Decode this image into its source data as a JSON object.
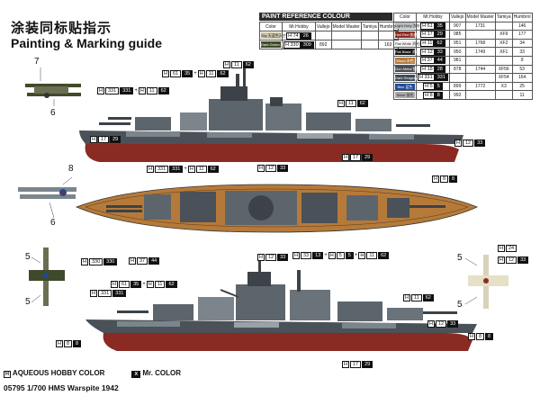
{
  "header": {
    "title_cn": "涂装同标贴指示",
    "title_en": "Painting & Marking guide"
  },
  "paint_table": {
    "title": "PAINT  REFERENCE COLOUR",
    "columns": [
      "Color",
      "Mr.Hobby",
      "Vallejo",
      "Model Master",
      "Tamiya",
      "Humbrol"
    ],
    "rows": [
      {
        "color_label": "Sky 天蓝色天空色",
        "hobby": "H 74",
        "mr": "26",
        "vallejo": "",
        "model_master": "",
        "tamiya": "",
        "humbrol": "",
        "swatch": "#c9c3a3"
      },
      {
        "color_label": "Dark Green 深绿色",
        "hobby": "H 330",
        "mr": "309",
        "vallejo": "892",
        "model_master": "",
        "tamiya": "",
        "humbrol": "163",
        "swatch": "#3f4a2a"
      }
    ]
  },
  "colour_table": {
    "columns": [
      "Color",
      "Mr.Hobby",
      "Vallejo",
      "Model Master",
      "Tamiya",
      "Humbrol"
    ],
    "rows": [
      {
        "color_label": "Light Grey 浅灰色",
        "hobby": "H 61",
        "mr": "35",
        "vallejo": "907",
        "model_master": "1731",
        "tamiya": "",
        "humbrol": "146",
        "swatch": "#b8bdbd"
      },
      {
        "color_label": "Hull Red 船底红",
        "hobby": "H 17",
        "mr": "29",
        "vallejo": "985",
        "model_master": "",
        "tamiya": "XF9",
        "humbrol": "177",
        "swatch": "#8b2a22"
      },
      {
        "color_label": "Flat White 消光白",
        "hobby": "H 11",
        "mr": "62",
        "vallejo": "951",
        "model_master": "1768",
        "tamiya": "XF2",
        "humbrol": "34",
        "swatch": "#f2f2f2"
      },
      {
        "color_label": "Flat Black 消光黑",
        "hobby": "H 12",
        "mr": "33",
        "vallejo": "950",
        "model_master": "1749",
        "tamiya": "XF1",
        "humbrol": "33",
        "swatch": "#1a1a1a"
      },
      {
        "color_label": "Wood 木色",
        "hobby": "H 37",
        "mr": "44",
        "vallejo": "981",
        "model_master": "",
        "tamiya": "",
        "humbrol": "9",
        "swatch": "#b57a3a"
      },
      {
        "color_label": "Gun Metal 钢色",
        "hobby": "H 18",
        "mr": "28",
        "vallejo": "878",
        "model_master": "1744",
        "tamiya": "XF56",
        "humbrol": "53",
        "swatch": "#4a4d52"
      },
      {
        "color_label": "Dark Seagray 暗海灰",
        "hobby": "H 331",
        "mr": "331",
        "vallejo": "",
        "model_master": "",
        "tamiya": "XF54",
        "humbrol": "164",
        "swatch": "#3d4a55"
      },
      {
        "color_label": "Blue 蓝色",
        "hobby": "H 5",
        "mr": "5",
        "vallejo": "899",
        "model_master": "1772",
        "tamiya": "X3",
        "humbrol": "25",
        "swatch": "#1e4a9a"
      },
      {
        "color_label": "Silver 银色",
        "hobby": "H 8",
        "mr": "8",
        "vallejo": "992",
        "model_master": "",
        "tamiya": "",
        "humbrol": "11",
        "swatch": "#a9acae"
      }
    ]
  },
  "callouts": {
    "c1": [
      "H",
      "61",
      "35",
      "H",
      "11",
      "62"
    ],
    "c2": [
      "H",
      "17",
      "29"
    ],
    "c3": [
      "H",
      "331",
      "331",
      "H",
      "11",
      "62"
    ],
    "c4": [
      "H",
      "11",
      "62"
    ],
    "c5": [
      "H",
      "12",
      "33"
    ],
    "c6": [
      "H",
      "8",
      "8"
    ],
    "c7": [
      "H",
      "12",
      "33"
    ],
    "c8": [
      "H",
      "331",
      "331",
      "H",
      "11",
      "62"
    ],
    "c9": [
      "H",
      "37",
      "44"
    ],
    "c10": [
      "H",
      "17",
      "29"
    ],
    "c11": [
      "H",
      "11",
      "62"
    ],
    "c12": [
      "H",
      "12",
      "33"
    ],
    "c13": [
      "H",
      "12",
      "33"
    ],
    "c14": [
      "H",
      "5",
      "5"
    ],
    "c15": [
      "H",
      "330",
      "330"
    ],
    "c16": [
      "H",
      "74",
      "26"
    ],
    "c17": [
      "H",
      "61",
      "35",
      "H",
      "11",
      "62"
    ],
    "c18": [
      "H",
      "11",
      "62"
    ],
    "c19": [
      "H",
      "331",
      "331"
    ],
    "c20": [
      "H",
      "11",
      "62"
    ],
    "c21": [
      "H",
      "12",
      "33"
    ],
    "c22": [
      "H",
      "8",
      "8"
    ],
    "c23": [
      "H",
      "17",
      "29"
    ],
    "c24": [
      "H",
      "24"
    ],
    "c25": [
      "H",
      "12",
      "33"
    ],
    "c26": [
      "H",
      "11",
      "62"
    ],
    "c27": [
      "H",
      "12",
      "33"
    ],
    "c28": [
      "H",
      "33",
      "13",
      "H",
      "5",
      "5",
      "H",
      "11",
      "62"
    ]
  },
  "labels": {
    "n7": "7",
    "n6a": "6",
    "n8": "8",
    "n6b": "6",
    "n5a": "5",
    "n5b": "5",
    "n5c": "5",
    "n5d": "5"
  },
  "legend": {
    "aqueous": "AQUEOUS HOBBY COLOR",
    "mr_color": "Mr. COLOR",
    "h_mark": "H",
    "x_mark": "X"
  },
  "footer": {
    "text": "05795 1/700  HMS Warspite 1942"
  }
}
